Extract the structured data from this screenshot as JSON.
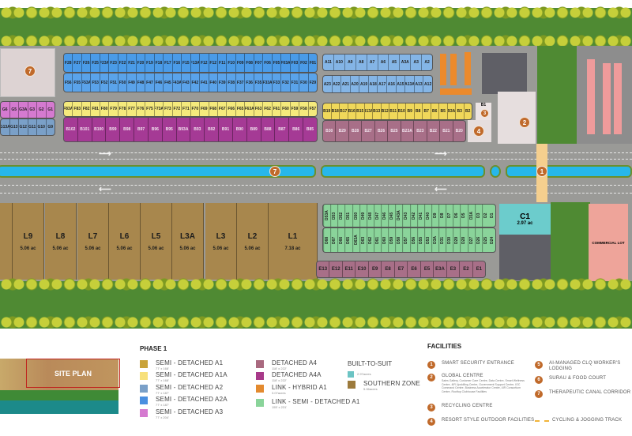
{
  "site_plan": {
    "thumbnail_label": "SITE PLAN",
    "north_blocks": {
      "F_top_row": [
        "F28",
        "F27",
        "F26",
        "F25",
        "F23A",
        "F23",
        "F22",
        "F21",
        "F20",
        "F19",
        "F18",
        "F17",
        "F16",
        "F15",
        "F13A",
        "F12",
        "F12",
        "F11",
        "F10",
        "F09",
        "F08",
        "F07",
        "F06",
        "F05",
        "F03A",
        "F03",
        "F02",
        "F01"
      ],
      "F_bottom_row": [
        "F56",
        "F55",
        "F53A",
        "F53",
        "F52",
        "F51",
        "F50",
        "F49",
        "F48",
        "F47",
        "F46",
        "F45",
        "F43A",
        "F43",
        "F42",
        "F41",
        "F40",
        "F39",
        "F38",
        "F37",
        "F36",
        "F35",
        "F33A",
        "F33",
        "F32",
        "F31",
        "F30",
        "F29"
      ],
      "F_yellow_row": [
        "F83A",
        "F83",
        "F82",
        "F81",
        "F80",
        "F79",
        "F78",
        "F77",
        "F76",
        "F75",
        "F73A",
        "F73",
        "F72",
        "F71",
        "F70",
        "F69",
        "F68",
        "F67",
        "F66",
        "F65",
        "F63A",
        "F63",
        "F62",
        "F61",
        "F60",
        "F59",
        "F58",
        "F57"
      ],
      "B_magenta_row": [
        "B102",
        "B101",
        "B100",
        "B99",
        "B98",
        "B97",
        "B96",
        "B95",
        "B93A",
        "B93",
        "B92",
        "B91",
        "B90",
        "B89",
        "B88",
        "B87",
        "B86",
        "B85"
      ],
      "G_pink_row": [
        "G6",
        "G5",
        "G3A",
        "G3",
        "G2",
        "G1"
      ],
      "G_blue_row": [
        "G13A",
        "G13",
        "G12",
        "G11",
        "G10",
        "G9"
      ],
      "A_top_row": [
        "A11",
        "A10",
        "A9",
        "A8",
        "A7",
        "A6",
        "A5",
        "A3A",
        "A3",
        "A2"
      ],
      "A_bottom_row": [
        "A23",
        "A22",
        "A21",
        "A20",
        "A19",
        "A18",
        "A17",
        "A16",
        "A15",
        "A13A",
        "A13",
        "A12"
      ],
      "B_yellow_row": [
        "B19",
        "B18",
        "B17",
        "B16",
        "B15",
        "B13A",
        "B13",
        "B12",
        "B11",
        "B10",
        "B9",
        "B8",
        "B7",
        "B6",
        "B5",
        "B3A",
        "B3",
        "B2"
      ],
      "B_pink_row": [
        "B30",
        "B29",
        "B28",
        "B27",
        "B26",
        "B25",
        "B23A",
        "B23",
        "B22",
        "B21",
        "B20"
      ],
      "B1_label": "B1"
    },
    "south_lots": [
      {
        "name": "L9",
        "area": "5.06 ac"
      },
      {
        "name": "L8",
        "area": "5.06 ac"
      },
      {
        "name": "L7",
        "area": "5.06 ac"
      },
      {
        "name": "L6",
        "area": "5.06 ac"
      },
      {
        "name": "L5",
        "area": "5.06 ac"
      },
      {
        "name": "L3A",
        "area": "5.06 ac"
      },
      {
        "name": "L3",
        "area": "5.06 ac"
      },
      {
        "name": "L2",
        "area": "5.06 ac"
      },
      {
        "name": "L1",
        "area": "7.18 ac"
      }
    ],
    "D_top_row": [
      "D53A",
      "D53",
      "D52",
      "D51",
      "D50",
      "D49",
      "D48",
      "D47",
      "D46",
      "D45",
      "D43A",
      "D43",
      "D42",
      "D41",
      "D40",
      "D9",
      "D8",
      "D7",
      "D6",
      "D5",
      "D3A",
      "D3",
      "D2",
      "D1"
    ],
    "D_bottom_row": [
      "D68",
      "D67",
      "D66",
      "D65",
      "D63A",
      "D63",
      "D62",
      "D61",
      "D60",
      "D59",
      "D58",
      "D57",
      "D56",
      "D55",
      "D53",
      "D3A",
      "D31",
      "D30",
      "D29",
      "D28",
      "D27",
      "D26",
      "D25",
      "D24"
    ],
    "E_row": [
      "E13",
      "E12",
      "E11",
      "E10",
      "E9",
      "E8",
      "E7",
      "E6",
      "E5",
      "E3A",
      "E3",
      "E2",
      "E1"
    ],
    "c1": {
      "name": "C1",
      "area": "2.97 ac"
    },
    "commercial_lot": "COMMERCIAL LOT",
    "markers": [
      "1",
      "2",
      "3",
      "4",
      "5",
      "7"
    ],
    "road_arrows": {
      "east": "⟶",
      "west": "⟵"
    }
  },
  "legend": {
    "phase_title": "PHASE 1",
    "items": [
      {
        "label": "SEMI - DETACHED A1",
        "size": "77' x 168'",
        "color": "#c9a33a"
      },
      {
        "label": "SEMI - DETACHED A1A",
        "size": "77' x 168'",
        "color": "#f7e07a"
      },
      {
        "label": "SEMI - DETACHED A2",
        "size": "77' x 187'",
        "color": "#7aa0c8"
      },
      {
        "label": "SEMI - DETACHED A2A",
        "size": "77' x 187'",
        "color": "#4a8fe0"
      },
      {
        "label": "SEMI - DETACHED A3",
        "size": "77' x 204'",
        "color": "#d57ad0"
      },
      {
        "label": "DETACHED A4",
        "size": "118' x 222'",
        "color": "#a9697f"
      },
      {
        "label": "DETACHED A4A",
        "size": "118' x 222'",
        "color": "#a83a8a"
      },
      {
        "label": "LINK - HYBRID A1",
        "size": "3.07acres",
        "color": "#e38a2f"
      },
      {
        "label": "LINK - SEMI - DETACHED A1",
        "size": "155' x 231'",
        "color": "#8ad49a"
      }
    ],
    "built_to_suit": {
      "title": "BUILT-TO-SUIT",
      "size": "2.97acres",
      "color": "#6cc4c4"
    },
    "southern_zone": {
      "label": "SOUTHERN ZONE",
      "size": "5.06acres",
      "color": "#9c7a3c"
    }
  },
  "facilities": {
    "title": "FACILITIES",
    "items": [
      {
        "num": "1",
        "label": "SMART SECURITY ENTRANCE"
      },
      {
        "num": "2",
        "label": "GLOBAL CENTRE",
        "sub": "Sales Gallery, Customer Care Centre, Data Centre, Smart Wellness Centre, 4IR Upskilling Centre, Government Support Centre, IOC Command Centre, Business Accelerator Centre, 4IR Consortium Centre, Rooftop Clubhouse Facilities"
      },
      {
        "num": "3",
        "label": "RECYCLING CENTRE"
      },
      {
        "num": "4",
        "label": "RESORT STYLE OUTDOOR FACILITIES"
      },
      {
        "num": "5",
        "label": "AI-MANAGED CLQ WORKER'S LODGING"
      },
      {
        "num": "6",
        "label": "SURAU & FOOD COURT"
      },
      {
        "num": "7",
        "label": "THERAPEUTIC CANAL CORRIDOR"
      }
    ],
    "track_label": "CYCLING & JOGGING TRACK",
    "marker_color": "#c06a2b"
  }
}
